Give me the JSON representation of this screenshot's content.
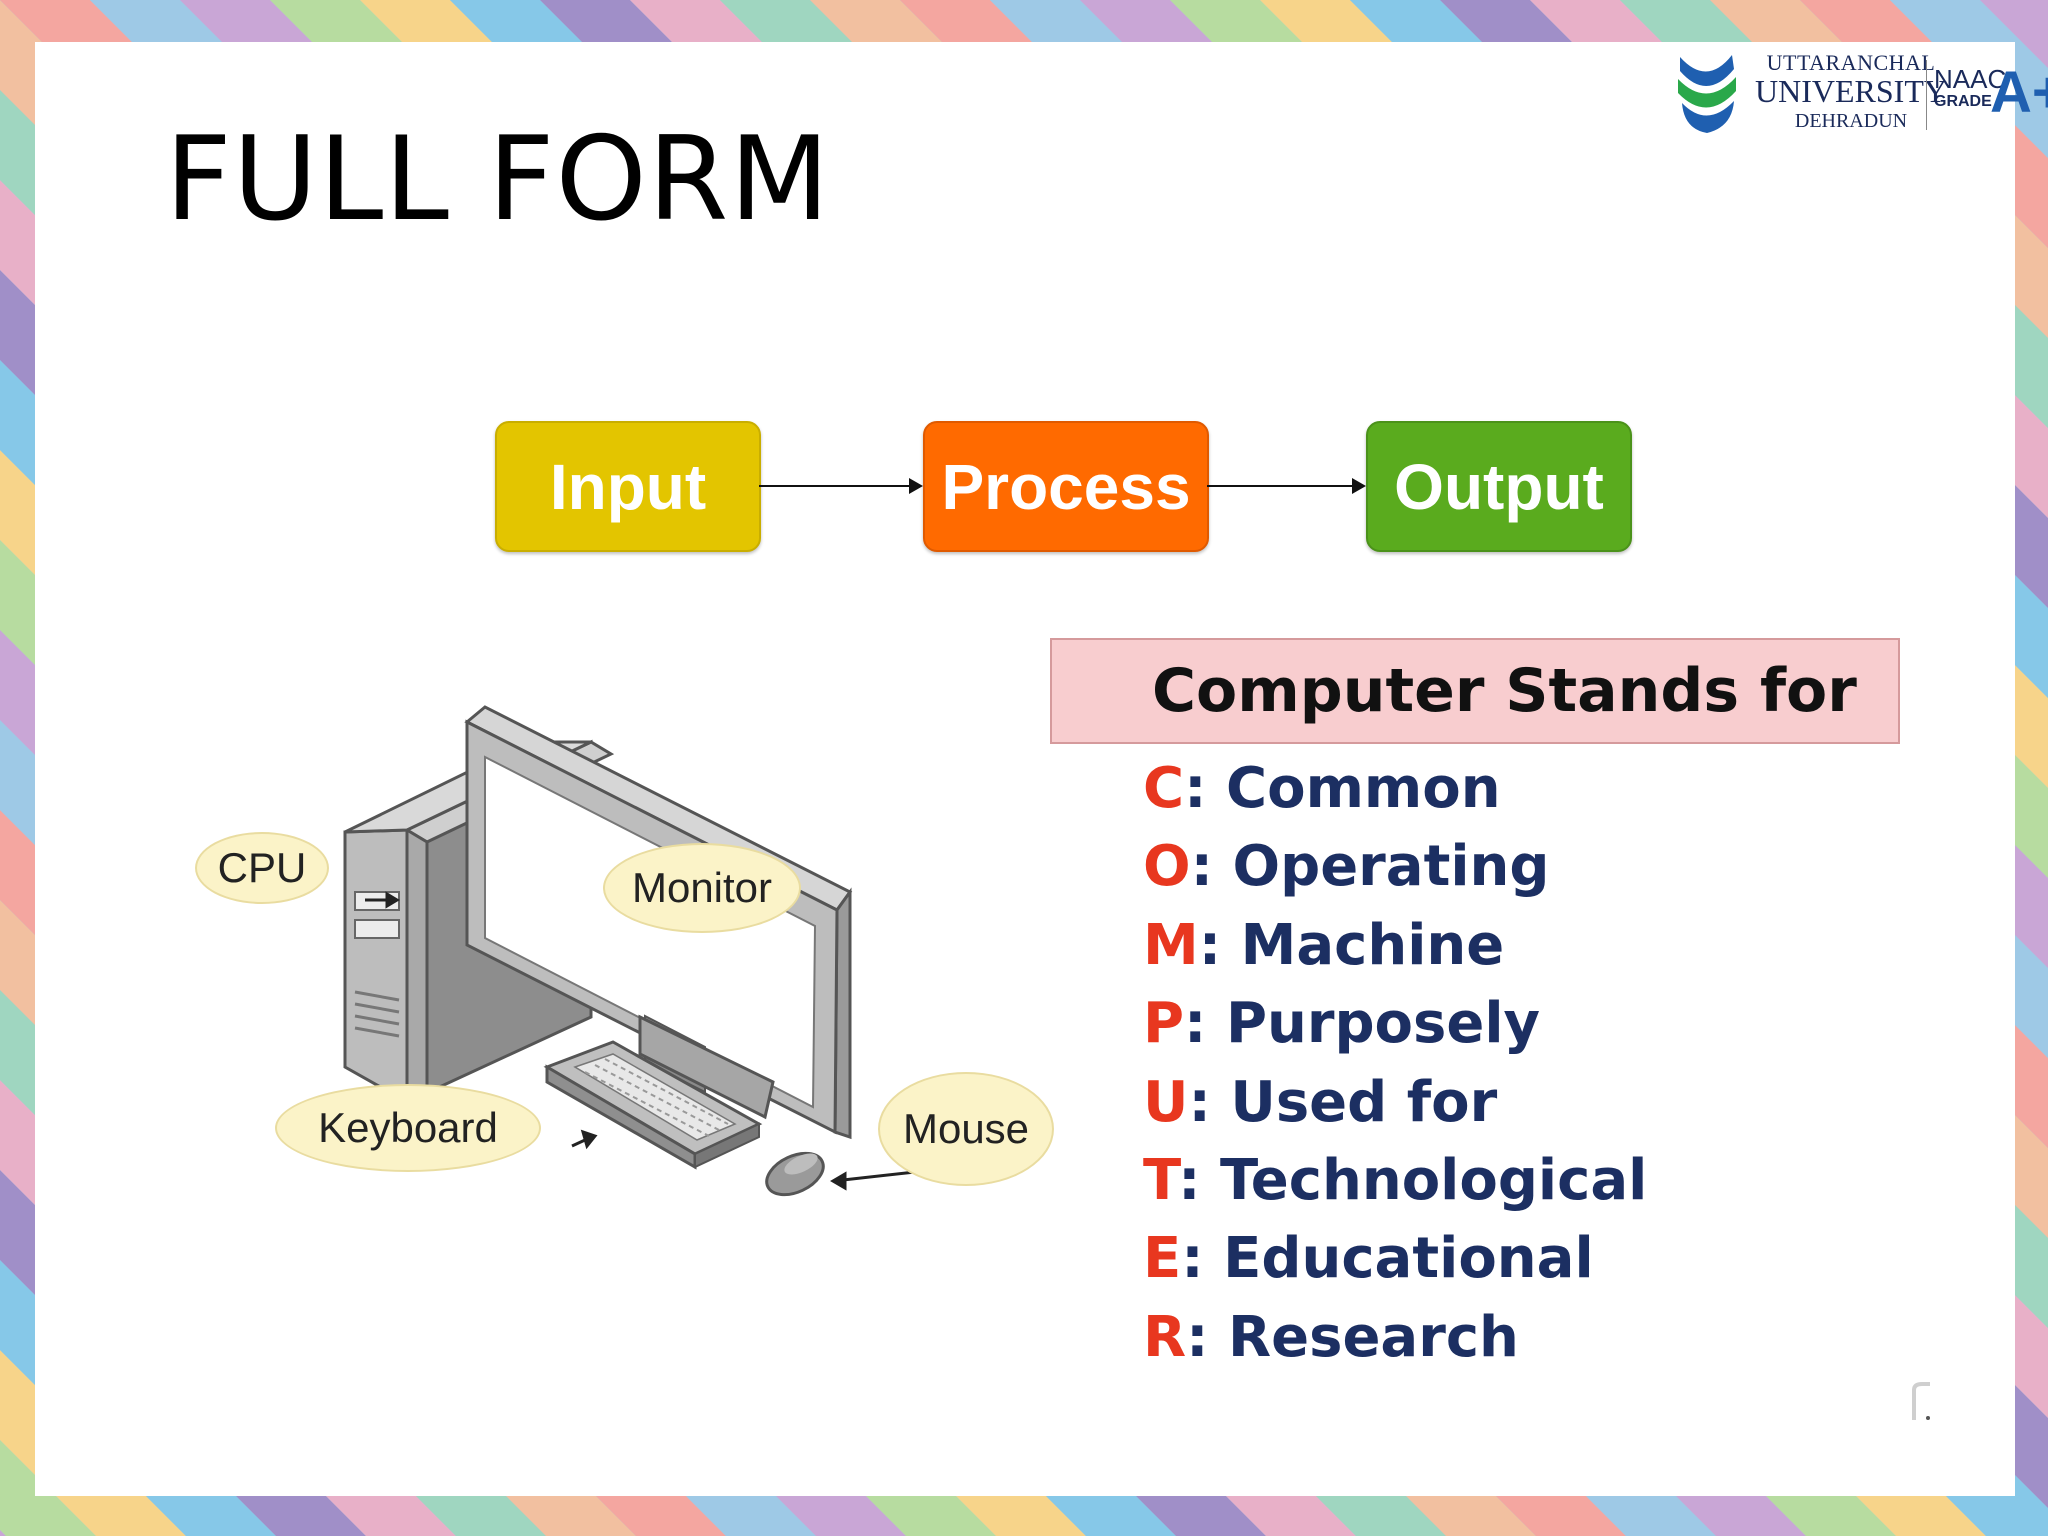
{
  "slide": {
    "title": "FULL FORM"
  },
  "logo": {
    "line1": "UTTARANCHAL",
    "line2": "UNIVERSITY",
    "line3": "DEHRADUN",
    "naac": "NAAC",
    "grade_label": "GRADE",
    "grade": "A+"
  },
  "flow": {
    "steps": [
      "Input",
      "Process",
      "Output"
    ],
    "colors": [
      "#e3c500",
      "#ff6a00",
      "#5aab1e"
    ]
  },
  "illustration": {
    "callouts": {
      "cpu": "CPU",
      "monitor": "Monitor",
      "keyboard": "Keyboard",
      "mouse": "Mouse"
    }
  },
  "stands_for": {
    "heading": "Computer Stands for",
    "items": [
      {
        "letter": "C",
        "word": ": Common"
      },
      {
        "letter": "O",
        "word": ": Operating"
      },
      {
        "letter": "M",
        "word": ": Machine"
      },
      {
        "letter": "P",
        "word": ": Purposely"
      },
      {
        "letter": "U",
        "word": ": Used for"
      },
      {
        "letter": "T",
        "word": ": Technological"
      },
      {
        "letter": "E",
        "word": ": Educational"
      },
      {
        "letter": "R",
        "word": ": Research"
      }
    ],
    "letter_color": "#e8371f",
    "word_color": "#1c2f62"
  }
}
